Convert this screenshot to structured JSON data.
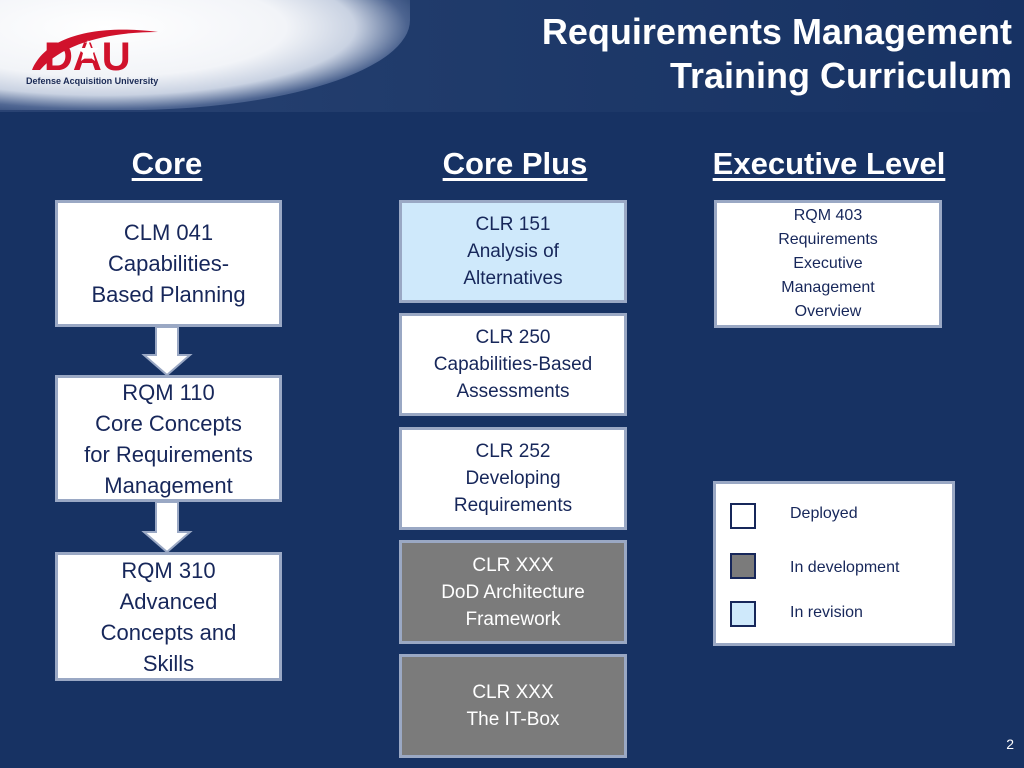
{
  "header": {
    "title_line1": "Requirements Management",
    "title_line2": "Training Curriculum",
    "logo_text": "DAU",
    "logo_subtitle": "Defense Acquisition University"
  },
  "columns": {
    "core": "Core",
    "core_plus": "Core Plus",
    "executive": "Executive Level"
  },
  "core_courses": [
    {
      "text": "CLM 041\nCapabilities-\nBased Planning",
      "status": "deployed"
    },
    {
      "text": "RQM 110\nCore Concepts\nfor Requirements\nManagement",
      "status": "deployed"
    },
    {
      "text": "RQM 310\nAdvanced\nConcepts and\nSkills",
      "status": "deployed"
    }
  ],
  "core_plus_courses": [
    {
      "text": "CLR 151\nAnalysis of\nAlternatives",
      "status": "revision"
    },
    {
      "text": "CLR 250\nCapabilities-Based\nAssessments",
      "status": "deployed"
    },
    {
      "text": "CLR 252\nDeveloping\nRequirements",
      "status": "deployed"
    },
    {
      "text": "CLR XXX\nDoD Architecture\nFramework",
      "status": "development"
    },
    {
      "text": "CLR XXX\nThe IT-Box",
      "status": "development"
    }
  ],
  "executive_courses": [
    {
      "text": "RQM 403\nRequirements\nExecutive\nManagement\nOverview",
      "status": "deployed"
    }
  ],
  "legend": {
    "deployed": "Deployed",
    "in_development": "In development",
    "in_revision": "In revision"
  },
  "colors": {
    "background": "#173263",
    "deployed": "#ffffff",
    "in_development": "#7b7b7b",
    "in_revision": "#cfe9fb",
    "logo_red": "#d0122c"
  },
  "page_number": "2"
}
